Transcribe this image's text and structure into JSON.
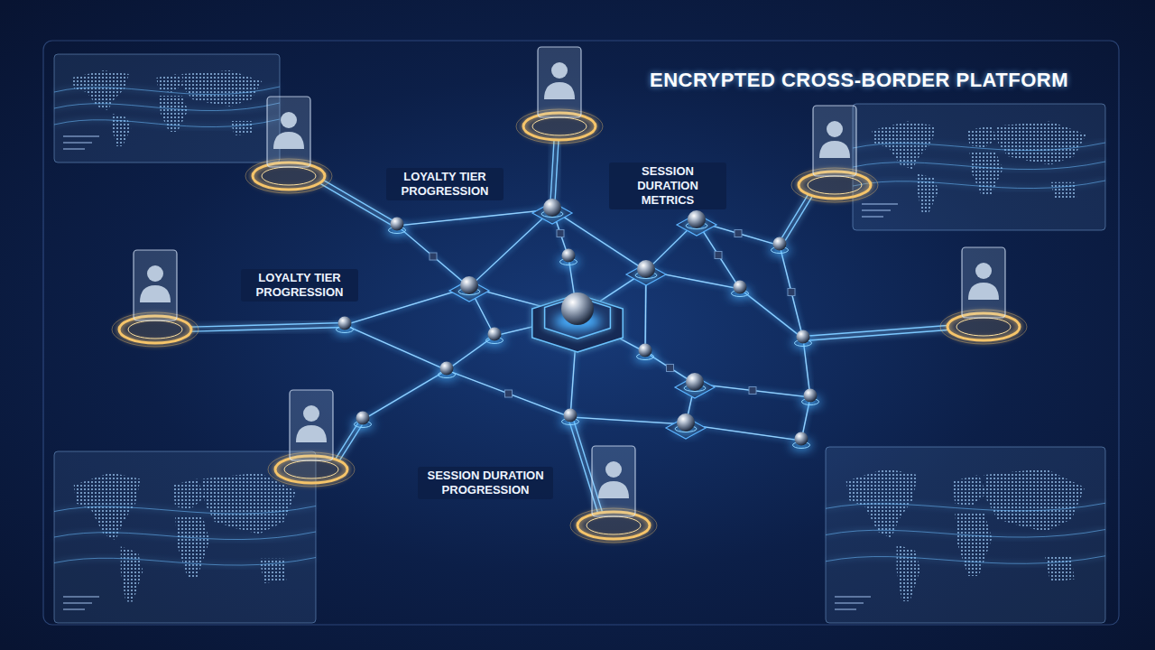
{
  "diagram": {
    "title": "ENCRYPTED CROSS-BORDER PLATFORM",
    "labels": [
      "LOYALTY TIER PROGRESSION",
      "SESSION DURATION METRICS",
      "LOYALTY TIER PROGRESSION",
      "SESSION DURATION PROGRESSION"
    ]
  }
}
